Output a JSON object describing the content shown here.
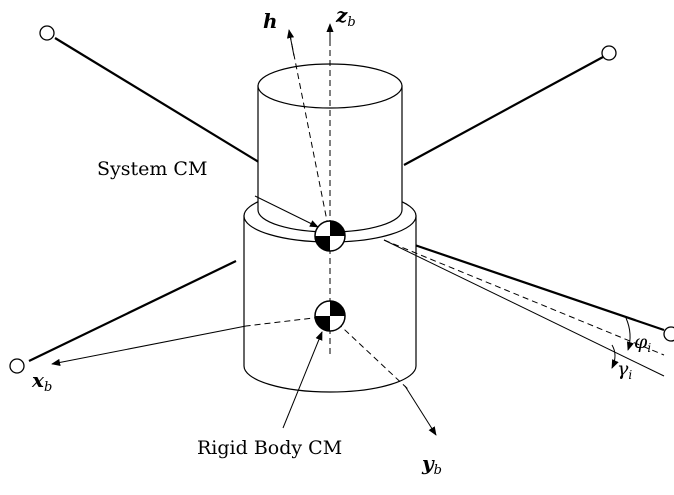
{
  "labels": {
    "system_cm": "System CM",
    "rigid_body_cm": "Rigid Body CM"
  },
  "axes": {
    "h": "h",
    "z_main": "z",
    "z_sub": "b",
    "x_main": "x",
    "x_sub": "b",
    "y_main": "y",
    "y_sub": "b"
  },
  "angles": {
    "phi_main": "φ",
    "phi_sub": "i",
    "gamma_main": "γ",
    "gamma_sub": "i"
  },
  "colors": {
    "stroke": "#000000",
    "background": "#ffffff"
  }
}
